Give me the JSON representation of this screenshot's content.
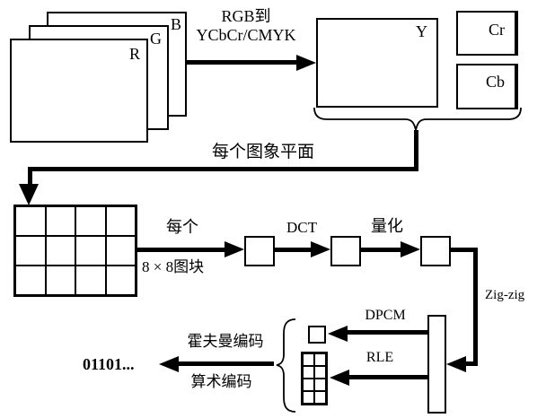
{
  "colors": {
    "ink": "#000000",
    "background": "#ffffff"
  },
  "planes": {
    "r": "R",
    "g": "G",
    "b": "B"
  },
  "conversion": {
    "line1": "RGB到",
    "line2": "YCbCr/CMYK"
  },
  "channels": {
    "y": "Y",
    "cr": "Cr",
    "cb": "Cb"
  },
  "plane_arrow_label": "每个图象平面",
  "block_arrow": {
    "line1": "每个",
    "line2": "8 × 8图块"
  },
  "steps": {
    "dct": "DCT",
    "quantize": "量化",
    "zigzag": "Zig-zig",
    "dpcm": "DPCM",
    "rle": "RLE"
  },
  "encoding": {
    "huffman": "霍夫曼编码",
    "arithmetic": "算术编码"
  },
  "output_bits": "01101..."
}
